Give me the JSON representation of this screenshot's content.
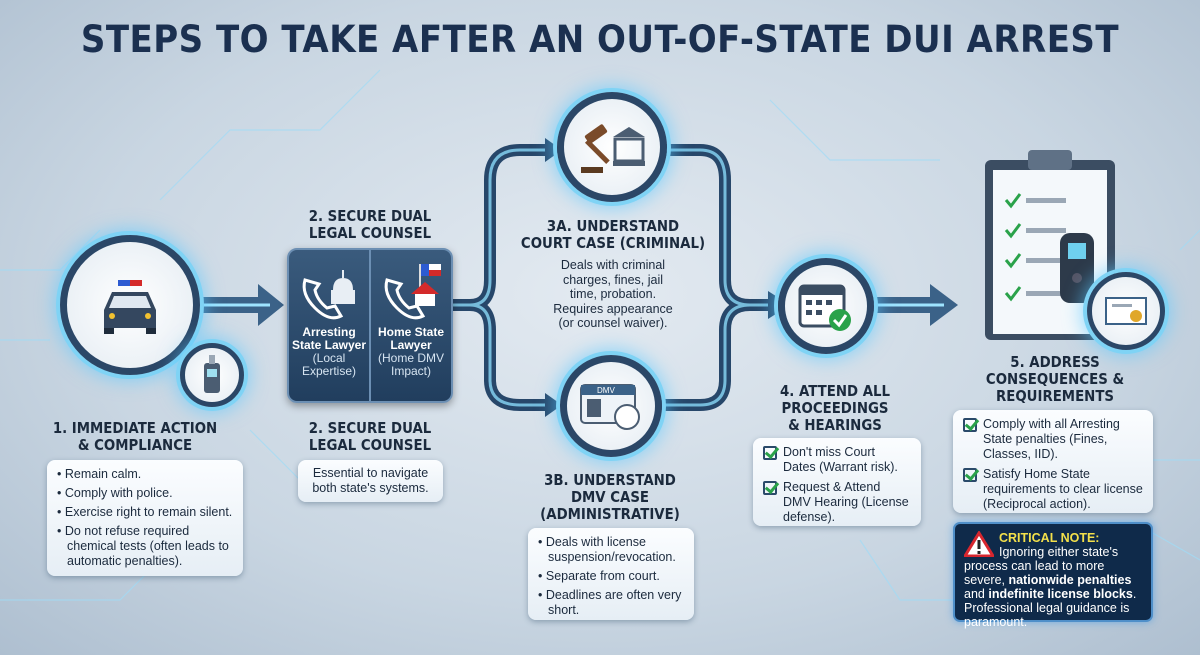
{
  "title": "STEPS TO TAKE AFTER AN OUT-OF-STATE DUI ARREST",
  "step1": {
    "label_1": "1. IMMEDIATE ACTION",
    "label_2": "& COMPLIANCE",
    "items": [
      "Remain calm.",
      "Comply with police.",
      "Exercise right to remain silent.",
      "Do not refuse required chemical tests (often leads to automatic penalties)."
    ],
    "icons": [
      "police-car-icon",
      "breathalyzer-icon"
    ]
  },
  "step2": {
    "label_1": "2. SECURE DUAL",
    "label_2": "LEGAL COUNSEL",
    "left": {
      "title": "Arresting State Lawyer",
      "sub": "(Local Expertise)",
      "icon": "phone-capitol-icon"
    },
    "right": {
      "title": "Home State Lawyer",
      "sub": "(Home DMV Impact)",
      "icon": "phone-home-flag-icon"
    },
    "note": "Essential to navigate both state's systems."
  },
  "step3a": {
    "label_1": "3a. UNDERSTAND",
    "label_2": "COURT CASE (CRIMINAL)",
    "text": "Deals with criminal charges, fines, jail time, probation. Requires appearance (or counsel waiver).",
    "icon": "gavel-courthouse-icon"
  },
  "step3b": {
    "label_1": "3b. UNDERSTAND",
    "label_2": "DMV CASE",
    "label_3": "(ADMINISTRATIVE)",
    "items": [
      "Deals with license suspension/revocation.",
      "Separate from court.",
      "Deadlines are often very short."
    ],
    "icon": "dmv-license-icon",
    "badge": "DMV"
  },
  "step4": {
    "label_1": "4. ATTEND ALL",
    "label_2": "PROCEEDINGS",
    "label_3": "& HEARINGS",
    "items": [
      "Don't miss Court Dates (Warrant risk).",
      "Request & Attend DMV Hearing (License defense)."
    ],
    "icon": "calendar-check-icon"
  },
  "step5": {
    "label_1": "5. ADDRESS",
    "label_2": "CONSEQUENCES &",
    "label_3": "REQUIREMENTS",
    "items": [
      "Comply with all Arresting State penalties (Fines, Classes, IID).",
      "Satisfy Home State requirements to clear license (Reciprocal action)."
    ],
    "icons": [
      "clipboard-checklist-icon",
      "ignition-interlock-icon",
      "certificate-icon"
    ]
  },
  "critical": {
    "heading": "CRITICAL NOTE:",
    "t1": " Ignoring either state's process can lead to more severe, ",
    "b1": "nationwide penalties",
    "t2": " and ",
    "b2": "indefinite license blocks",
    "t3": ". Professional legal guidance is paramount."
  },
  "colors": {
    "navy": "#1b3050",
    "accent_glow": "#7fd3f5",
    "check": "#2aa24a",
    "warning": "#d7262e",
    "highlight": "#f3e04a"
  }
}
